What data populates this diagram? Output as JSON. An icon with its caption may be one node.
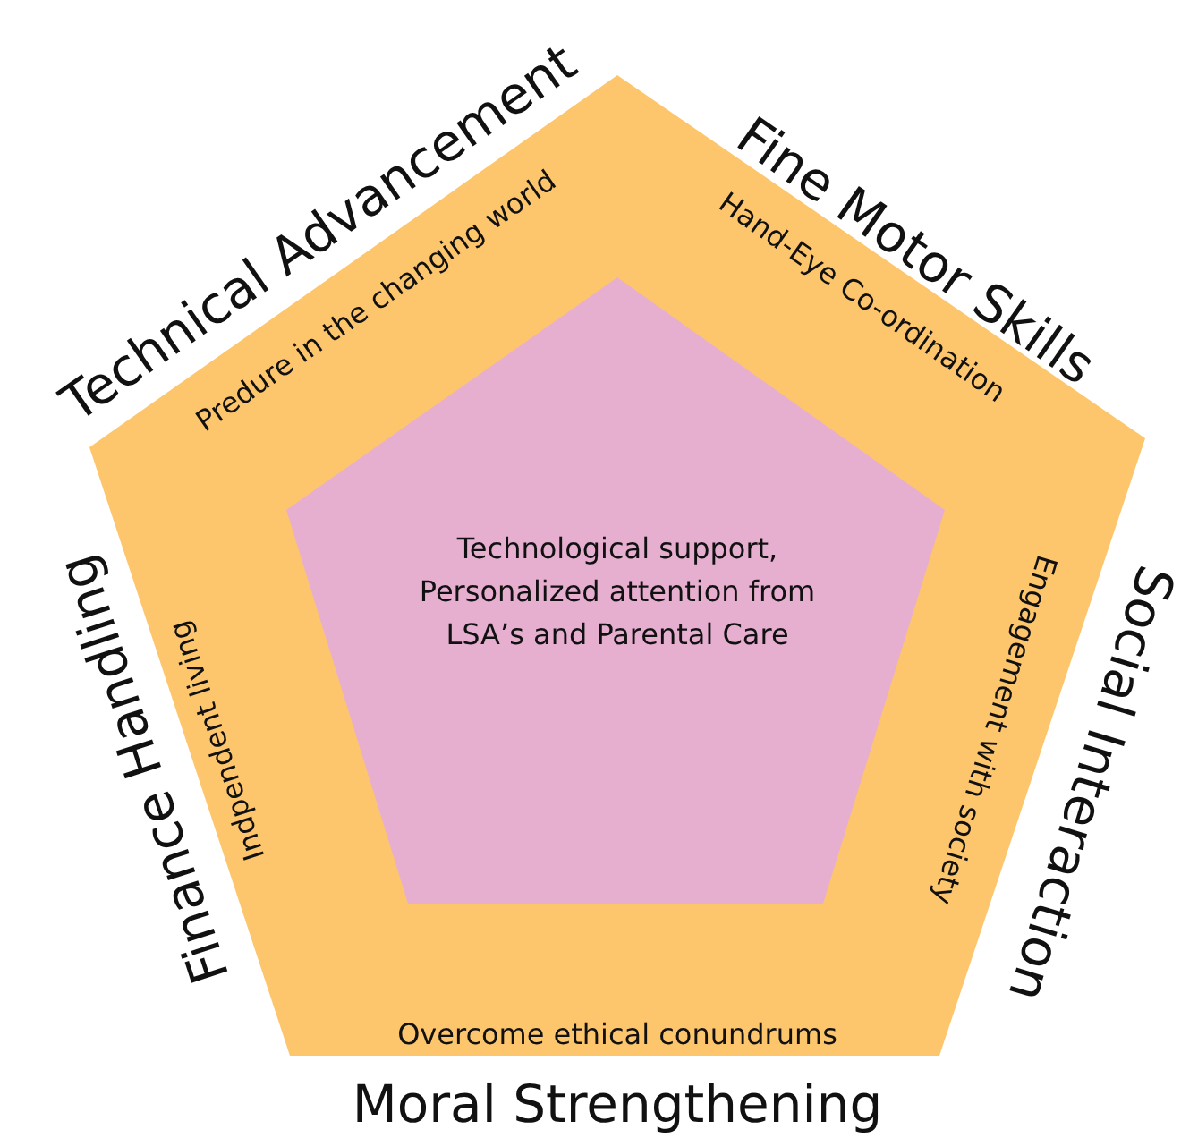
{
  "diagram": {
    "nodes": [
      {
        "text": [
          "Technical Advancement",
          "Predure in the changing world",
          "Fine Motor Skills",
          "Hand-Eye Co-ordination",
          "Social Interaction",
          "Engagement with society",
          "Overcome ethical conundrums",
          "Moral Strengthening",
          "Finance Handling",
          "Indpendent living"
        ]
      },
      {
        "text": [
          "Technological support, Personalized attention from LSA’s and Parental Care"
        ],
        "in": 0
      }
    ]
  }
}
